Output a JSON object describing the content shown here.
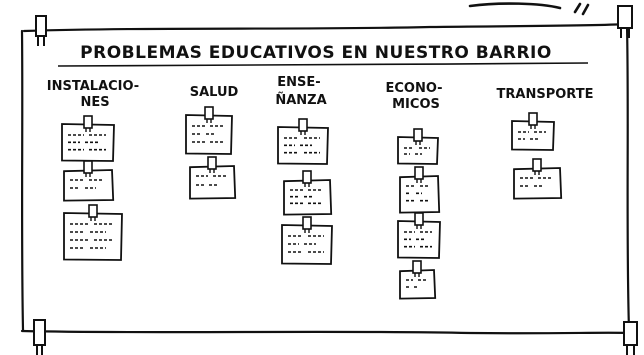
{
  "board": {
    "title": "PROBLEMAS EDUCATIVOS EN NUESTRO BARRIO",
    "columns": [
      {
        "key": "instalaciones",
        "heading_lines": [
          "INSTALACIO-",
          "NES"
        ],
        "cards": 3
      },
      {
        "key": "salud",
        "heading_lines": [
          "SALUD"
        ],
        "cards": 2
      },
      {
        "key": "ensenanza",
        "heading_lines": [
          "ENSE-",
          "ÑANZA"
        ],
        "cards": 3
      },
      {
        "key": "economicos",
        "heading_lines": [
          "ECONO-",
          "MICOS"
        ],
        "cards": 4
      },
      {
        "key": "transporte",
        "heading_lines": [
          "TRANSPORTE"
        ],
        "cards": 2
      }
    ]
  },
  "colors": {
    "ink": "#111111",
    "paper": "#ffffff"
  },
  "icons": [
    "pushpin-icon",
    "clip-icon"
  ]
}
